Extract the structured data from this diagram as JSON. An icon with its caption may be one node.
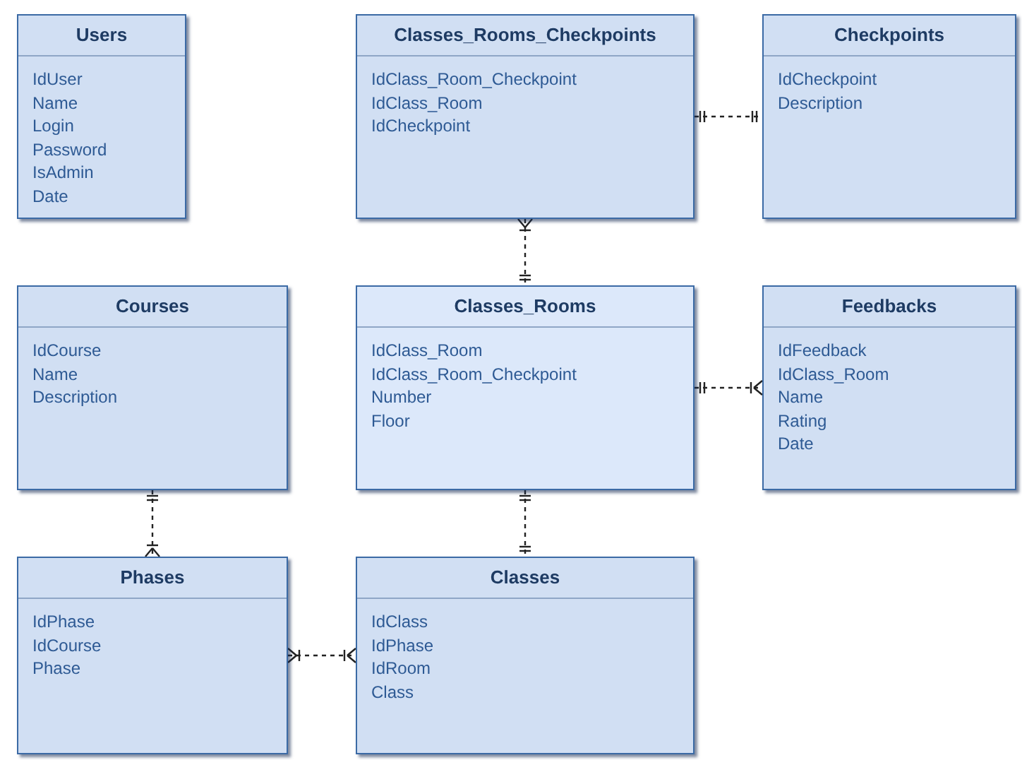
{
  "diagram": {
    "nodes": [
      {
        "text": [
          "Users",
          "IdUser",
          "Name",
          "Login",
          "Password",
          "IsAdmin",
          "Date"
        ]
      },
      {
        "text": [
          "Classes_Rooms_Checkpoints",
          "IdClass_Room_Checkpoint",
          "IdClass_Room",
          "IdCheckpoint"
        ]
      },
      {
        "text": [
          "Checkpoints",
          "IdCheckpoint",
          "Description"
        ]
      },
      {
        "text": [
          "Courses",
          "IdCourse",
          "Name",
          "Description"
        ]
      },
      {
        "text": [
          "Classes_Rooms",
          "IdClass_Room",
          "IdClass_Room_Checkpoint",
          "Number",
          "Floor"
        ]
      },
      {
        "text": [
          "Feedbacks",
          "IdFeedback",
          "IdClass_Room",
          "Name",
          "Rating",
          "Date"
        ]
      },
      {
        "text": [
          "Phases",
          "IdPhase",
          "IdCourse",
          "Phase"
        ]
      },
      {
        "text": [
          "Classes",
          "IdClass",
          "IdPhase",
          "IdRoom",
          "Class"
        ]
      }
    ],
    "edges": [
      {
        "from": 1,
        "to": 2,
        "arrow": "other",
        "style": "dashed"
      },
      {
        "from": 1,
        "to": 4,
        "arrow": "other",
        "style": "dashed"
      },
      {
        "from": 4,
        "to": 5,
        "arrow": "other",
        "style": "dashed"
      },
      {
        "from": 3,
        "to": 6,
        "arrow": "other",
        "style": "dashed"
      },
      {
        "from": 4,
        "to": 7,
        "arrow": "other",
        "style": "dashed"
      },
      {
        "from": 6,
        "to": 7,
        "arrow": "other",
        "style": "dashed"
      }
    ]
  }
}
